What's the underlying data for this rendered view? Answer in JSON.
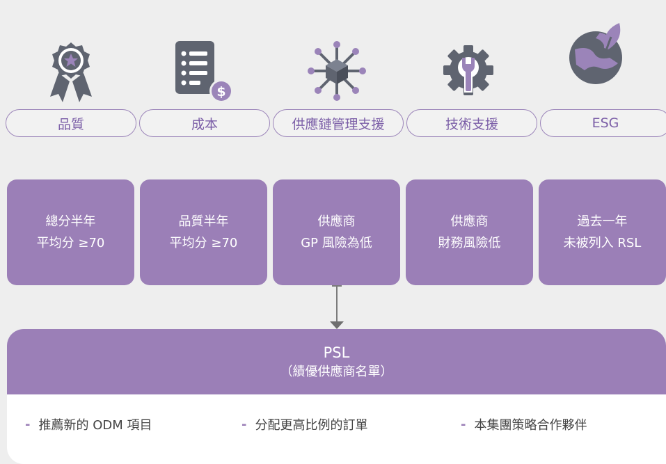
{
  "icons": [
    "award-ribbon-icon",
    "checklist-dollar-icon",
    "network-cube-icon",
    "gear-wrench-icon",
    "globe-leaf-icon"
  ],
  "categories": [
    "品質",
    "成本",
    "供應鏈管理支援",
    "技術支援",
    "ESG"
  ],
  "criteria": [
    {
      "line1": "總分半年",
      "line2": "平均分 ≥70"
    },
    {
      "line1": "品質半年",
      "line2": "平均分 ≥70"
    },
    {
      "line1": "供應商",
      "line2": "GP 風險為低"
    },
    {
      "line1": "供應商",
      "line2": "財務風險低"
    },
    {
      "line1": "過去一年",
      "line2": "未被列入 RSL"
    }
  ],
  "psl": {
    "title": "PSL",
    "subtitle": "（績優供應商名單）",
    "benefits": [
      "推薦新的 ODM 項目",
      "分配更高比例的訂單",
      "本集團策略合作夥伴"
    ]
  },
  "colors": {
    "purple": "#9b7fb7",
    "icon_gray": "#5f6470",
    "accent_purple": "#9b84b9"
  }
}
